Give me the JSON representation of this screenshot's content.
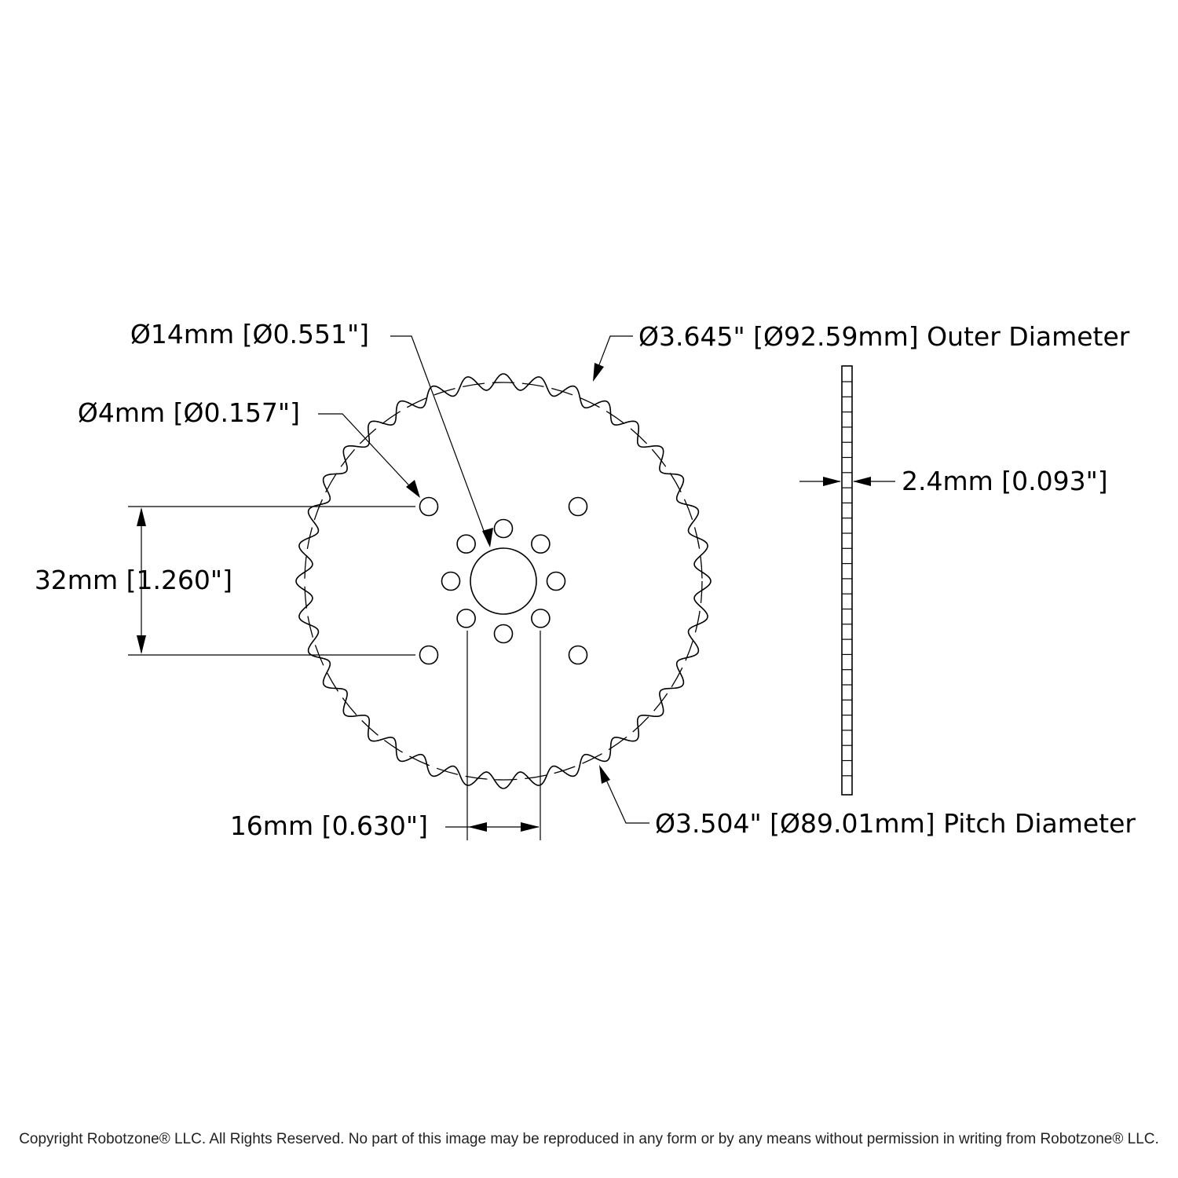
{
  "part": {
    "teeth": 36
  },
  "dimensions": {
    "bore": "Ø14mm [Ø0.551\"]",
    "small_hole": "Ø4mm [Ø0.157\"]",
    "hole_spacing_vertical": "32mm [1.260\"]",
    "hole_spacing_horizontal": "16mm [0.630\"]",
    "outer_diameter": "Ø3.645\" [Ø92.59mm] Outer Diameter",
    "pitch_diameter": "Ø3.504\" [Ø89.01mm] Pitch Diameter",
    "thickness": "2.4mm [0.093\"]"
  },
  "footer": {
    "copyright": "Copyright Robotzone® LLC.  All Rights Reserved. No part of this image may be reproduced in any form or by any means without permission in writing from Robotzone® LLC."
  }
}
